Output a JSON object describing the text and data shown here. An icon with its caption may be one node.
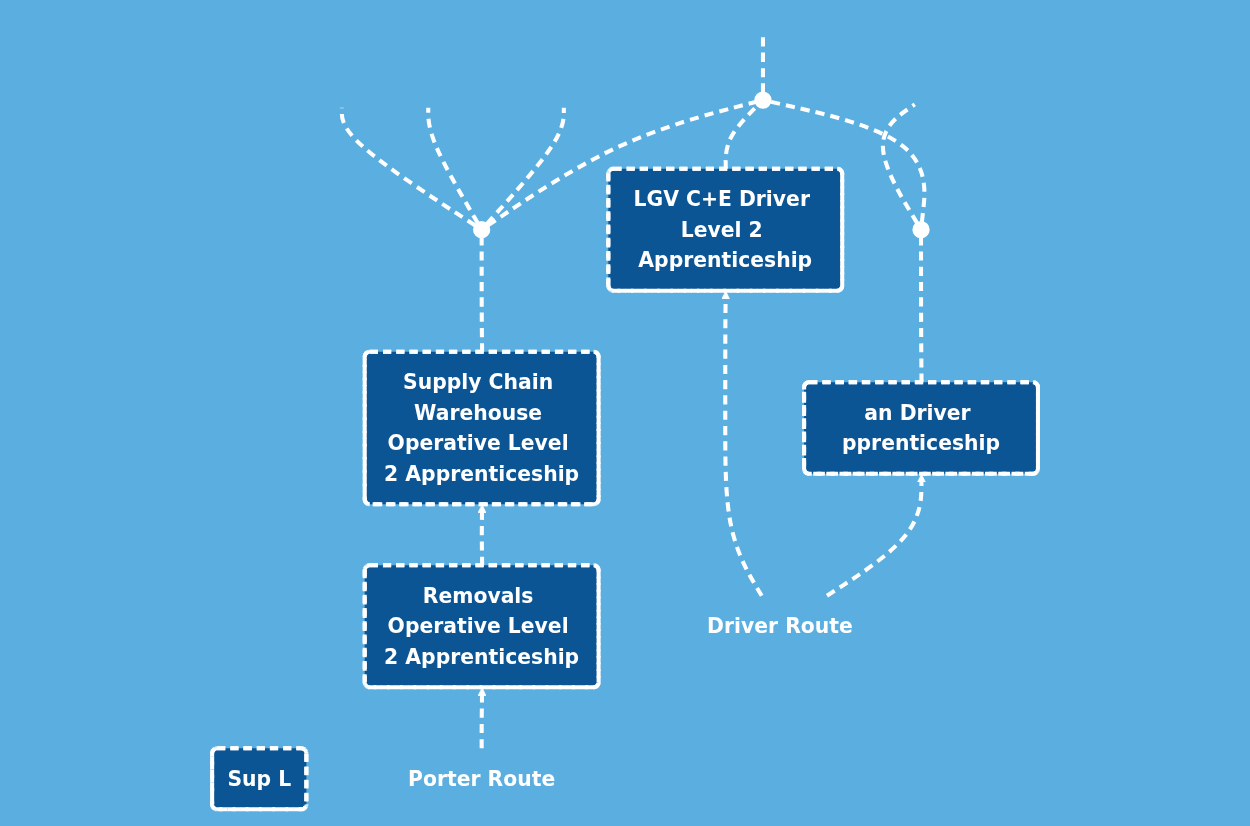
{
  "diagram": {
    "nodes": [
      {
        "text": [],
        "shape": "circle"
      },
      {
        "text": [],
        "shape": "circle"
      },
      {
        "text": [],
        "shape": "circle"
      },
      {
        "text": [
          "an Driver pprenticeship"
        ]
      },
      {
        "text": [
          "LGV C+E Driver Level 2 Apprenticeship"
        ]
      },
      {
        "text": [
          "Supply Chain Warehouse Operative Level 2 Apprenticeship"
        ]
      },
      {
        "text": [
          "Sup L"
        ]
      },
      {
        "text": [
          "Removals Operative Level 2 Apprenticeship"
        ]
      },
      {
        "text": [
          "Driver Route"
        ]
      },
      {
        "text": [
          "Porter Route"
        ]
      }
    ],
    "edges": [
      {
        "from": 0,
        "to": 1,
        "arrow": "none",
        "style": "dashed"
      },
      {
        "from": 1,
        "to": 2,
        "arrow": "none",
        "style": "dashed"
      },
      {
        "from": 2,
        "to": null,
        "arrow": "none",
        "style": "dashed"
      },
      {
        "from": null,
        "to": 0,
        "arrow": "none",
        "style": "dashed"
      },
      {
        "from": null,
        "to": 1,
        "arrow": "none",
        "style": "dashed"
      },
      {
        "from": null,
        "to": 2,
        "arrow": "none",
        "style": "dashed"
      },
      {
        "from": 2,
        "to": null,
        "arrow": "none",
        "style": "dashed"
      },
      {
        "from": 0,
        "to": 3,
        "arrow": "none",
        "style": "dashed"
      },
      {
        "from": 1,
        "to": 4,
        "arrow": "none",
        "style": "dashed"
      },
      {
        "from": 2,
        "to": 5,
        "arrow": "none",
        "style": "dashed"
      },
      {
        "from": 8,
        "to": 3,
        "arrow": "to",
        "style": "dashed"
      },
      {
        "from": 8,
        "to": 4,
        "arrow": "to",
        "style": "dashed"
      },
      {
        "from": 7,
        "to": 5,
        "arrow": "to",
        "style": "dashed"
      },
      {
        "from": 9,
        "to": 7,
        "arrow": "to",
        "style": "dashed"
      }
    ]
  }
}
